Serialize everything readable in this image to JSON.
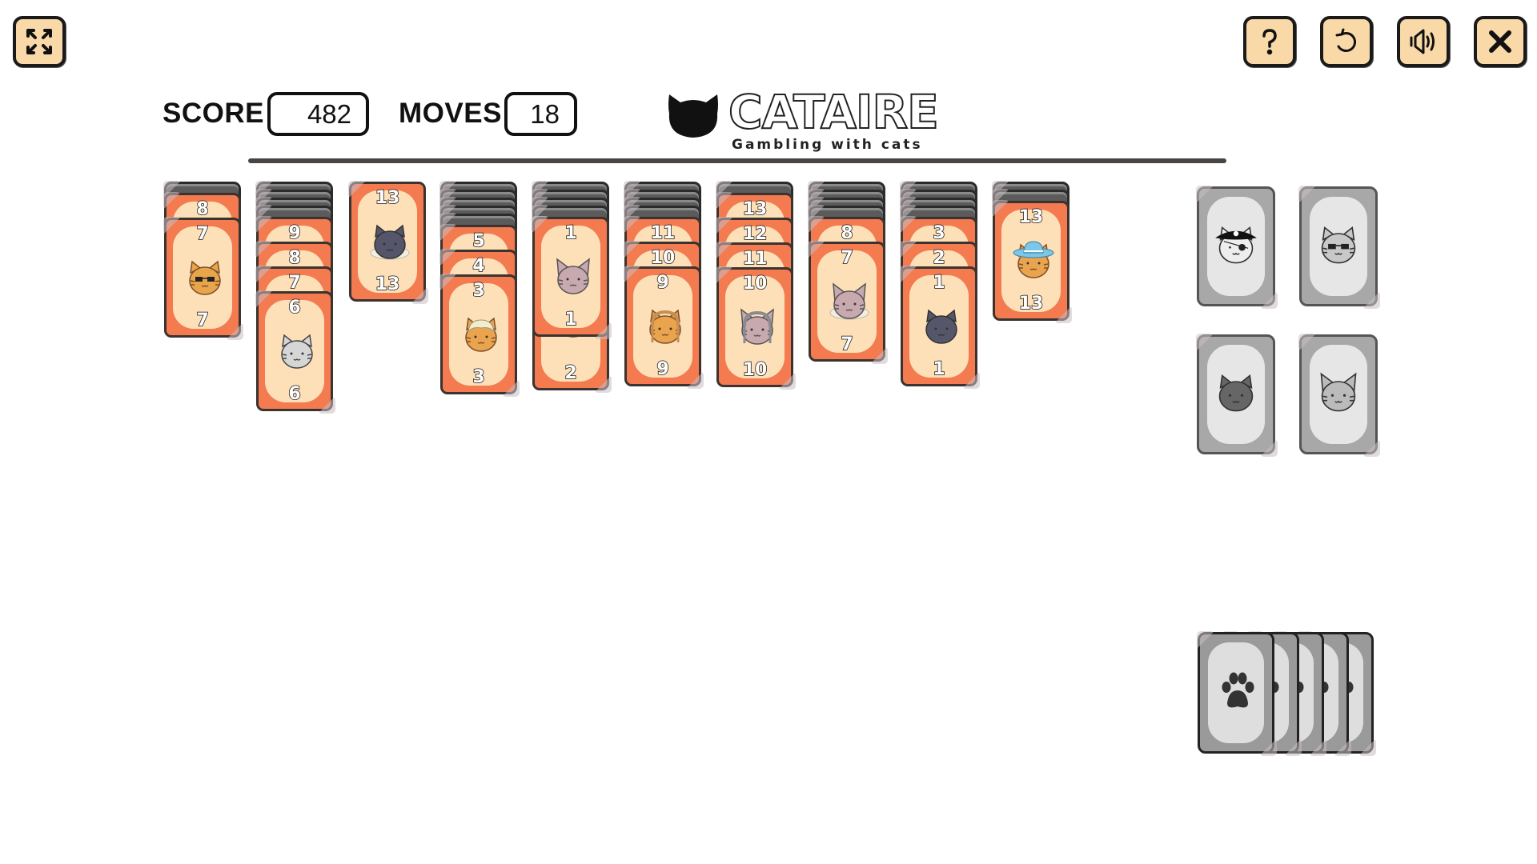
{
  "header": {
    "score_label": "SCORE",
    "score_value": "482",
    "moves_label": "MOVES",
    "moves_value": "18",
    "logo_title": "CATAIRE",
    "logo_subtitle": "Gambling with cats"
  },
  "toolbar": {
    "fullscreen_icon": "fullscreen-expand-icon",
    "help_icon": "question-mark-icon",
    "restart_icon": "restart-icon",
    "sound_icon": "speaker-icon",
    "close_icon": "close-x-icon"
  },
  "colors": {
    "button_bg": "#f9d9a8",
    "card_orange": "#f47a50",
    "card_cream": "#fde0b8",
    "card_back": "#5b5b5b",
    "foundation_grey": "#a8a8a8"
  },
  "tableau": {
    "columns": [
      {
        "facedown": 1,
        "faceup": [
          {
            "rank": "8"
          },
          {
            "rank": "7",
            "cat": "tabby-sunglasses"
          }
        ]
      },
      {
        "facedown": 4,
        "faceup": [
          {
            "rank": "9"
          },
          {
            "rank": "8"
          },
          {
            "rank": "7"
          },
          {
            "rank": "6",
            "cat": "grey-tabby"
          }
        ]
      },
      {
        "facedown": 0,
        "faceup": [
          {
            "rank": "13",
            "cat": "dark-cat-collar"
          }
        ]
      },
      {
        "facedown": 5,
        "faceup": [
          {
            "rank": "5"
          },
          {
            "rank": "4"
          },
          {
            "rank": "3",
            "cat": "orange-blonde-hair"
          }
        ]
      },
      {
        "facedown": 4,
        "faceup": [
          {
            "rank": "2",
            "cat": "sphynx"
          },
          {
            "rank": "1",
            "cat": "sphynx",
            "dragging": true
          }
        ]
      },
      {
        "facedown": 4,
        "faceup": [
          {
            "rank": "11"
          },
          {
            "rank": "10"
          },
          {
            "rank": "9",
            "cat": "orange-braids"
          }
        ]
      },
      {
        "facedown": 1,
        "faceup": [
          {
            "rank": "13"
          },
          {
            "rank": "12"
          },
          {
            "rank": "11"
          },
          {
            "rank": "10",
            "cat": "sphynx-braids"
          }
        ]
      },
      {
        "facedown": 4,
        "faceup": [
          {
            "rank": "8"
          },
          {
            "rank": "7",
            "cat": "sphynx-collar"
          }
        ]
      },
      {
        "facedown": 4,
        "faceup": [
          {
            "rank": "3"
          },
          {
            "rank": "2"
          },
          {
            "rank": "1",
            "cat": "dark-cat"
          }
        ]
      },
      {
        "facedown": 2,
        "faceup": [
          {
            "rank": "13",
            "cat": "orange-blue-hat"
          }
        ]
      }
    ]
  },
  "foundations": [
    {
      "cat": "pirate-cat"
    },
    {
      "cat": "tabby-sunglasses"
    },
    {
      "cat": "dark-cat"
    },
    {
      "cat": "sphynx"
    }
  ],
  "stock": {
    "count": 5,
    "back_icon": "paw-icon"
  }
}
